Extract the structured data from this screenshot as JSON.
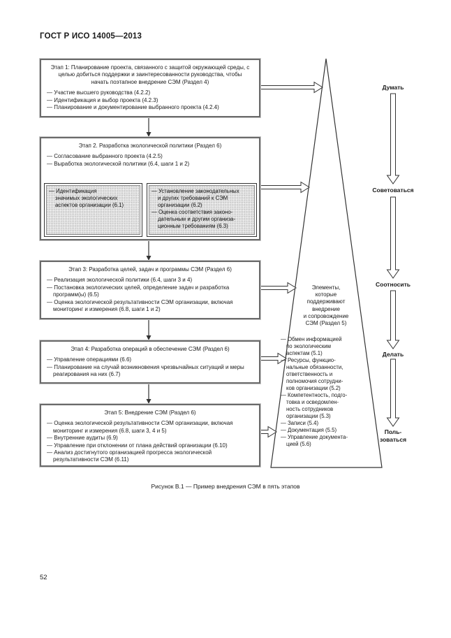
{
  "page": {
    "header": "ГОСТ Р ИСО 14005—2013",
    "caption": "Рисунок В.1 — Пример внедрения СЭМ в пять этапов",
    "page_number": "52"
  },
  "stages": [
    {
      "title": "Этап 1: Планирование проекта, связанного с защитой окружающей среды, с целью добиться поддержки и заинтересованности руководства, чтобы начать поэтапное внедрение СЭМ (Раздел 4)",
      "items": [
        "— Участие высшего руководства (4.2.2)",
        "— Идентификация и выбор проекта (4.2.3)",
        "— Планирование и документирование выбранного проекта (4.2.4)"
      ]
    },
    {
      "title": "Этап 2. Разработка экологической политики (Раздел 6)",
      "items": [
        "— Согласование выбранного проекта (4.2.5)",
        "— Выработка экологической политики (6.4, шаги 1 и 2)"
      ],
      "sub_boxes": [
        {
          "items": [
            "— Идентификация\nзначимых экологических\nаспектов организации (6.1)"
          ]
        },
        {
          "items": [
            "— Установление законодательных\nи других требований к СЭМ\nорганизации (6.2)",
            "— Оценка соответствия законо-\nдательным и другим организа-\nционным требованиям (6.3)"
          ]
        }
      ]
    },
    {
      "title": "Этап 3: Разработка целей, задач и программы СЭМ (Раздел 6)",
      "items": [
        "— Реализация экологической политики (6.4, шаги 3 и 4)",
        "— Постановка экологических целей, определение задач и разработка программ(ы) (6.5)",
        "— Оценка экологической результативности СЭМ организации, включая мониторинг и измерения (6.8, шаги 1 и 2)"
      ]
    },
    {
      "title": "Этап 4: Разработка операций в обеспечение СЭМ (Раздел 6)",
      "items": [
        "— Управление операциями (6.6)",
        "— Планирование на случай возникновения чрезвычайных ситуаций и меры реагирования на них (6.7)"
      ]
    },
    {
      "title": "Этап 5: Внедрение СЭМ (Раздел 6)",
      "items": [
        "— Оценка экологической результативности СЭМ организации, включая мониторинг и измерения (6.8, шаги 3, 4 и 5)",
        "— Внутренние аудиты (6.9)",
        "— Управление при отклонении от плана действий организации (6.10)",
        "— Анализ достигнутого организацией прогресса экологической результативности СЭМ (6.11)"
      ]
    }
  ],
  "pyramid": {
    "header": "Элементы,\nкоторые\nподдерживают\nвнедрение\nи сопровождение\nСЭМ (Раздел 5)",
    "items": [
      "— Обмен информацией\nпо экологическим\nаспектам (5.1)",
      "— Ресурсы, функцио-\nнальные обязанности,\nответственность и\nполномочия сотрудни-\nков организации (5.2)",
      "— Компетентность, подго-\nтовка и осведомлен-\nность сотрудников\nорганизации (5.3)",
      "— Записи (5.4)",
      "— Документация (5.5)",
      "— Управление документа-\nцией (5.6)"
    ]
  },
  "actions": [
    "Думать",
    "Советоваться",
    "Соотносить",
    "Делать",
    "Поль-\nзоваться"
  ],
  "colors": {
    "line": "#333333",
    "box_border": "#6a6a6a",
    "text": "#1a1a1a"
  }
}
